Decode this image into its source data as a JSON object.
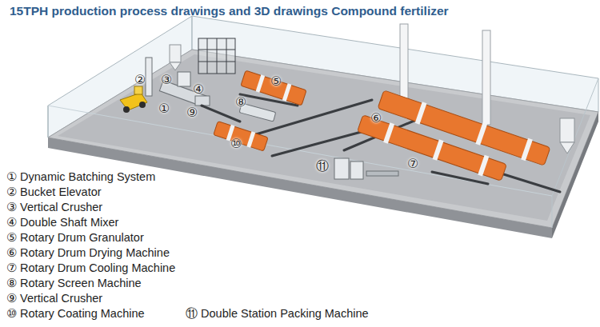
{
  "diagram": {
    "title": "15TPH production process drawings and 3D drawings Compound fertilizer",
    "labels": [
      "②",
      "③",
      "⑤",
      "④",
      "⑧",
      "①",
      "⑨",
      "⑥",
      "⑩",
      "⑦",
      "⑪",
      "① Dynamic Batching System",
      "② Bucket Elevator",
      "③ Vertical Crusher",
      "④ Double Shaft Mixer",
      "⑤ Rotary Drum Granulator",
      "⑥ Rotary Drum Drying Machine",
      "⑦ Rotary Drum Cooling Machine",
      "⑧ Rotary Screen Machine",
      "⑨ Vertical Crusher",
      "⑩ Rotary Coating Machine",
      "⑪ Double Station Packing Machine"
    ]
  }
}
